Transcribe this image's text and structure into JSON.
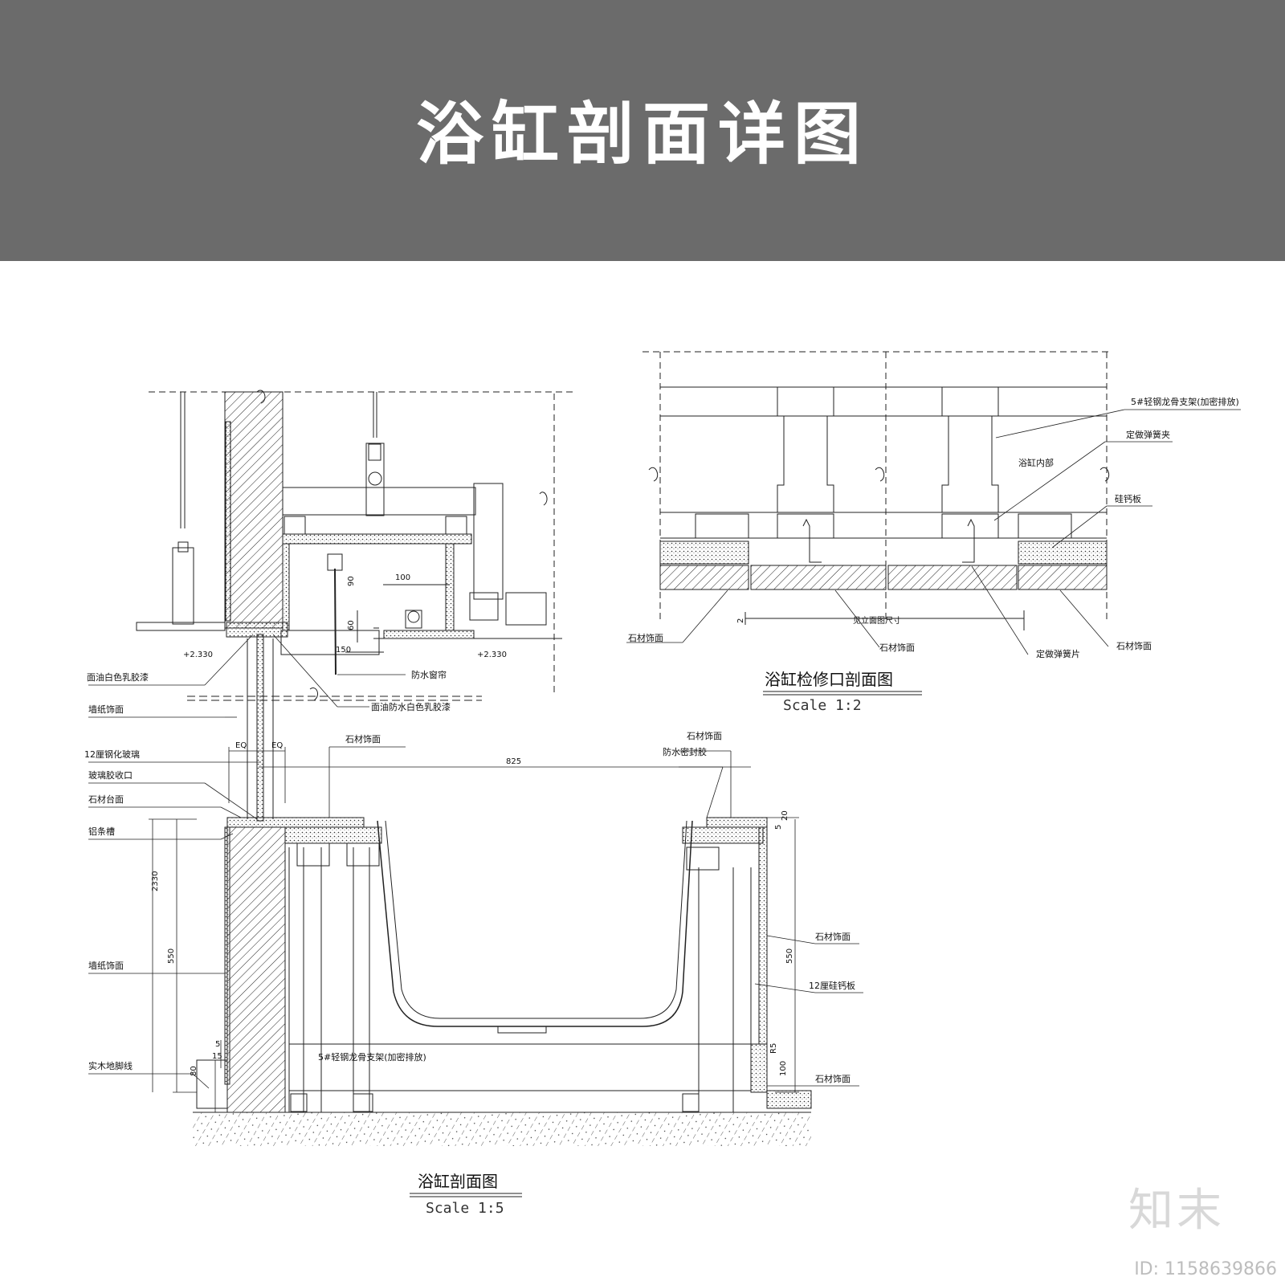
{
  "banner": {
    "title": "浴缸剖面详图"
  },
  "left_view": {
    "caption": "浴缸剖面图",
    "scale": "Scale 1:5",
    "labels": {
      "paint_white": "面油白色乳胶漆",
      "wallpaper_top": "墙纸饰面",
      "tempered_glass": "12厘钢化玻璃",
      "glass_glue": "玻璃胶收口",
      "stone_counter": "石材台面",
      "aluminum_groove": "铝条槽",
      "wallpaper_bottom": "墙纸饰面",
      "wood_skirting": "实木地脚线",
      "curtain": "防水窗帘",
      "paint_waterproof": "面油防水白色乳胶漆",
      "stone_left": "石材饰面",
      "stone_right_top": "石材饰面",
      "sealant": "防水密封胶",
      "stone_side": "石材饰面",
      "silicate_board": "12厘硅钙板",
      "stone_base": "石材饰面",
      "frame": "5#轻钢龙骨支架(加密排放)"
    },
    "dims": {
      "d825": "825",
      "d2330": "2330",
      "d550_left": "550",
      "d550_right": "550",
      "d100_right": "100",
      "d80": "80",
      "d15": "15",
      "d5": "5",
      "d20": "20",
      "d5b": "5",
      "r5": "R5",
      "eq1": "EQ",
      "eq2": "EQ",
      "level_left": "+2.330",
      "level_right": "+2.330",
      "d100_inner": "100",
      "d90": "90",
      "d60": "60",
      "d150": "150"
    }
  },
  "right_view": {
    "caption": "浴缸检修口剖面图",
    "scale": "Scale 1:2",
    "labels": {
      "frame": "5#轻钢龙骨支架(加密排放)",
      "spring_clip": "定做弹簧夹",
      "tub_inner": "浴缸内部",
      "silicate": "硅钙板",
      "stone_left": "石材饰面",
      "stone_mid": "石材饰面",
      "spring_piece": "定做弹簧片",
      "stone_right": "石材饰面",
      "size_note": "见立面图尺寸"
    },
    "dims": {
      "d2": "2"
    }
  },
  "brand": {
    "logo": "知末",
    "id": "ID: 1158639866"
  }
}
